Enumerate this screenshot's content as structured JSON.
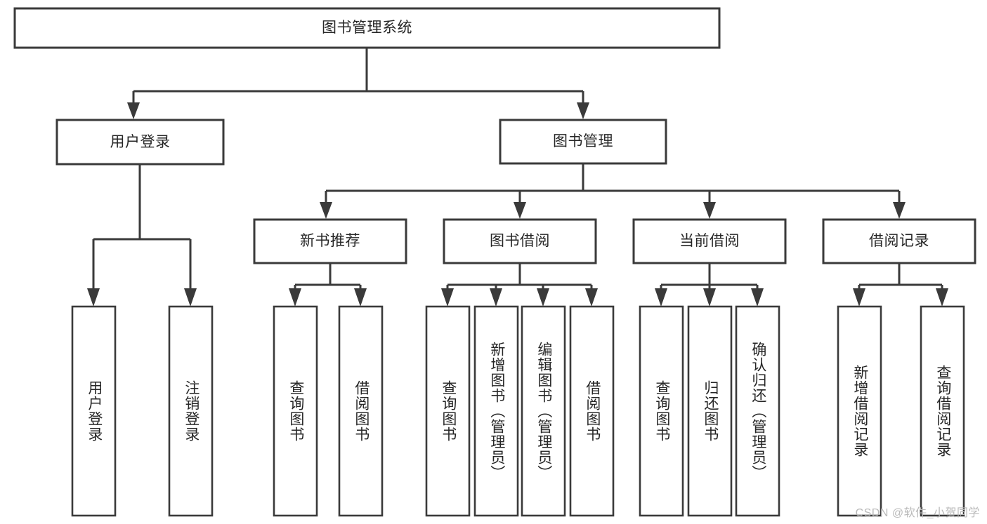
{
  "diagram": {
    "title": "图书管理系统",
    "watermark": "CSDN @软件_小贺同学",
    "colors": {
      "stroke": "#3a3a3a",
      "fill": "#ffffff",
      "text": "#262626",
      "watermark": "#b9b9b9",
      "background": "#ffffff"
    },
    "nodes": {
      "root": {
        "label": "图书管理系统",
        "orientation": "horizontal"
      },
      "level1": [
        {
          "id": "user-login",
          "label": "用户登录",
          "orientation": "horizontal"
        },
        {
          "id": "book-management",
          "label": "图书管理",
          "orientation": "horizontal"
        }
      ],
      "level2": [
        {
          "id": "new-book-recommend",
          "label": "新书推荐",
          "orientation": "horizontal"
        },
        {
          "id": "book-borrow",
          "label": "图书借阅",
          "orientation": "horizontal"
        },
        {
          "id": "current-borrow",
          "label": "当前借阅",
          "orientation": "horizontal"
        },
        {
          "id": "borrow-record",
          "label": "借阅记录",
          "orientation": "horizontal"
        }
      ],
      "leaves": {
        "user-login": [
          {
            "id": "leaf-user-login",
            "label": "用户登录",
            "orientation": "vertical"
          },
          {
            "id": "leaf-user-logout",
            "label": "注销登录",
            "orientation": "vertical"
          }
        ],
        "new-book-recommend": [
          {
            "id": "leaf-query-book-1",
            "label": "查询图书",
            "orientation": "vertical"
          },
          {
            "id": "leaf-borrow-book-1",
            "label": "借阅图书",
            "orientation": "vertical"
          }
        ],
        "book-borrow": [
          {
            "id": "leaf-query-book-2",
            "label": "查询图书",
            "orientation": "vertical"
          },
          {
            "id": "leaf-add-book",
            "label": "新增图书（管理员）",
            "orientation": "vertical"
          },
          {
            "id": "leaf-edit-book",
            "label": "编辑图书（管理员）",
            "orientation": "vertical"
          },
          {
            "id": "leaf-borrow-book-2",
            "label": "借阅图书",
            "orientation": "vertical"
          }
        ],
        "current-borrow": [
          {
            "id": "leaf-query-book-3",
            "label": "查询图书",
            "orientation": "vertical"
          },
          {
            "id": "leaf-return-book",
            "label": "归还图书",
            "orientation": "vertical"
          },
          {
            "id": "leaf-confirm-return",
            "label": "确认归还（管理员）",
            "orientation": "vertical"
          }
        ],
        "borrow-record": [
          {
            "id": "leaf-add-record",
            "label": "新增借阅记录",
            "orientation": "vertical"
          },
          {
            "id": "leaf-query-record",
            "label": "查询借阅记录",
            "orientation": "vertical"
          }
        ]
      }
    }
  }
}
